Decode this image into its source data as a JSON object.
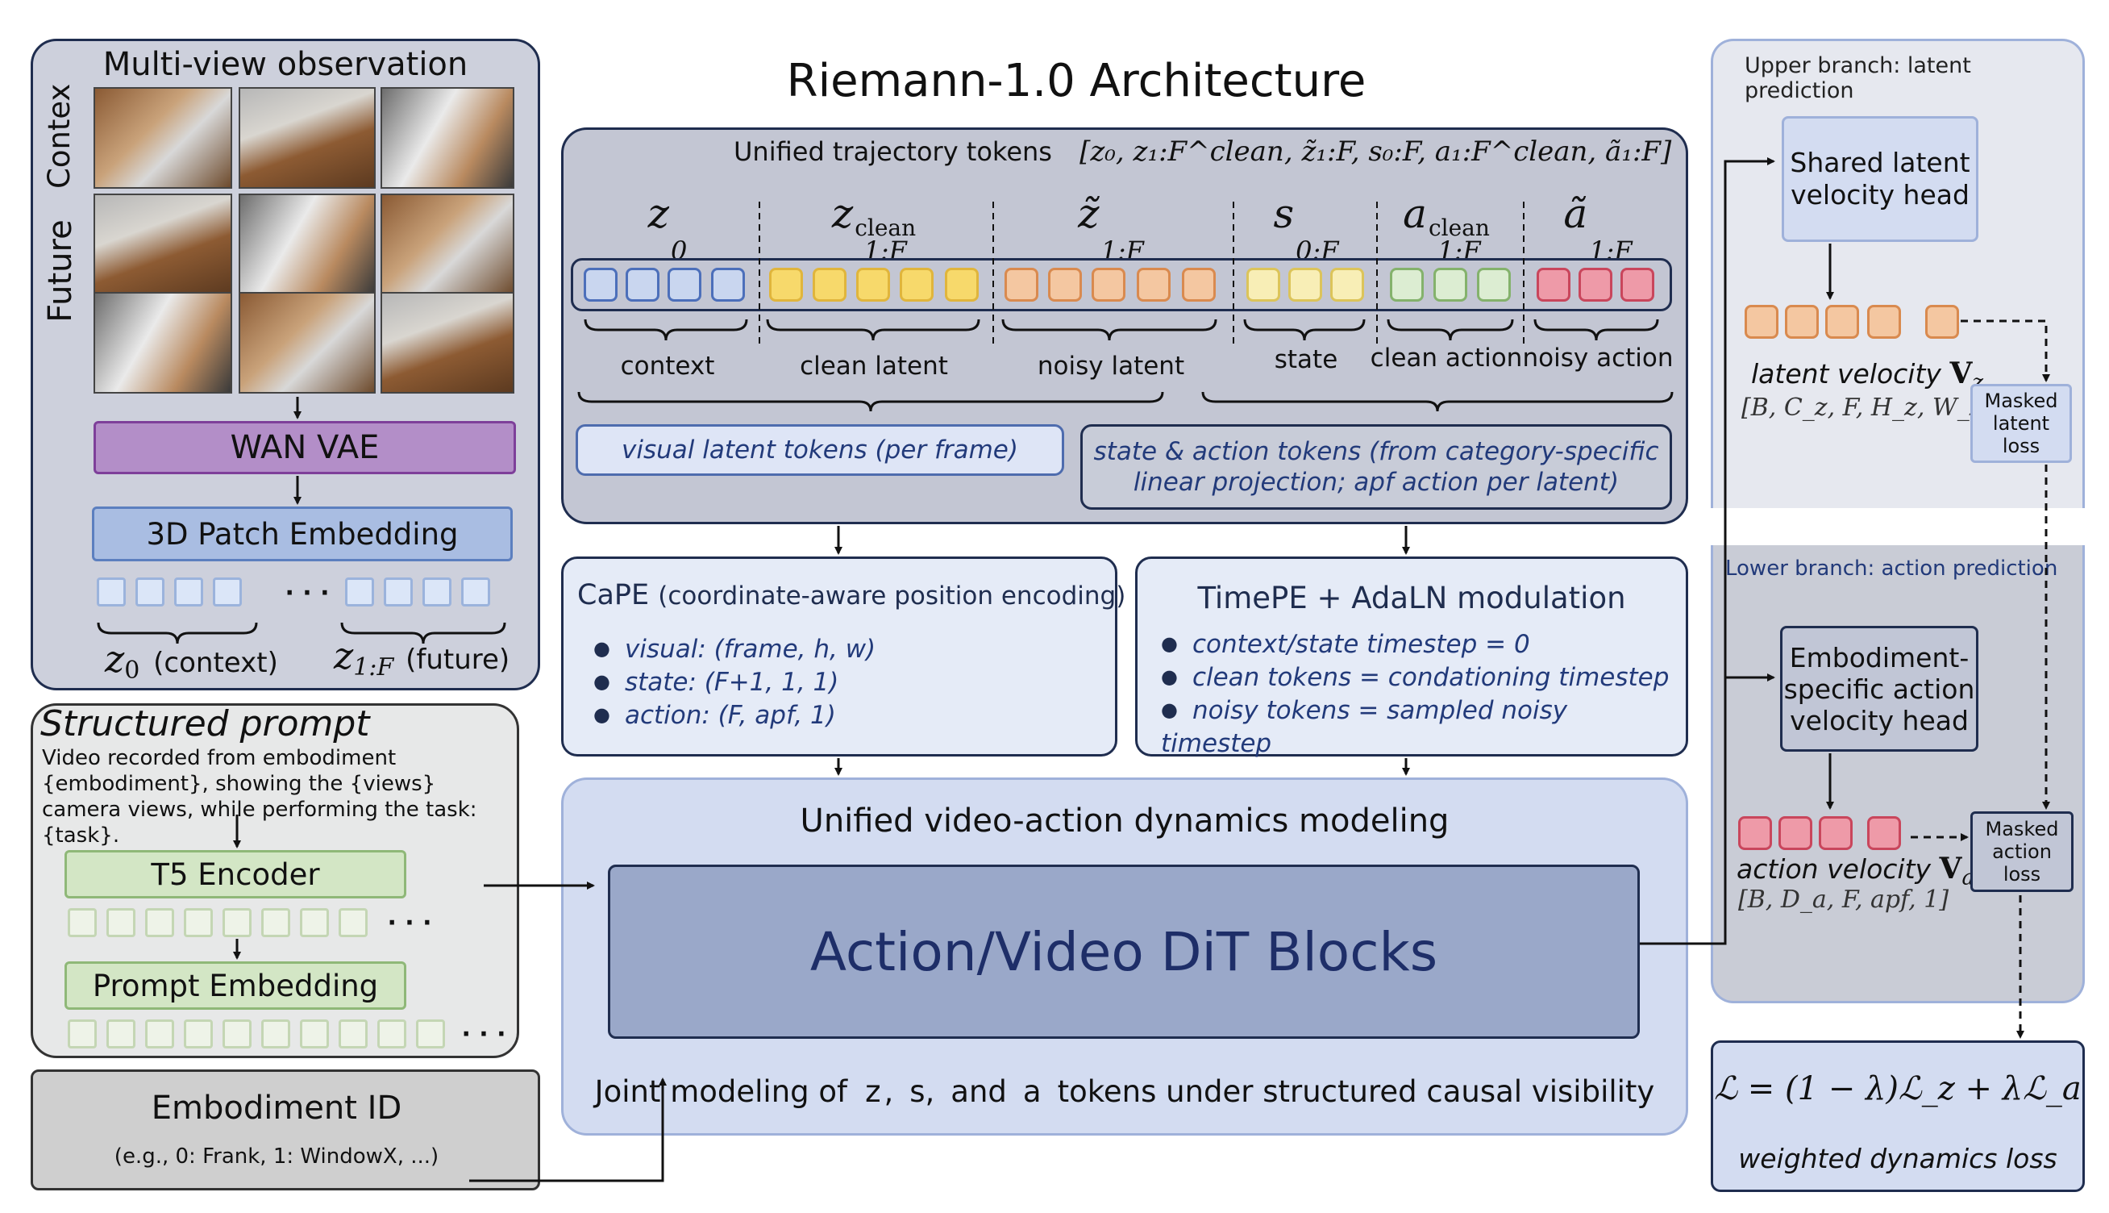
{
  "title": "Riemann-1.0 Architecture",
  "obs": {
    "title": "Multi-view observation",
    "context_label": "Contex",
    "future_label": "Future",
    "vae": "WAN VAE",
    "patch": "3D Patch Embedding",
    "ellipsis": "· · ·",
    "z0_sym": "z",
    "z0_sub": "0",
    "z0_label": "(context)",
    "z1f_sym": "z",
    "z1f_sub": "1:F",
    "z1f_label": "(future)"
  },
  "prompt": {
    "title": "Structured prompt",
    "text": "Video recorded from embodiment {embodiment}, showing the {views} camera views, while performing the task: {task}.",
    "t5": "T5 Encoder",
    "embed": "Prompt Embedding",
    "ellipsis": "· · ·"
  },
  "embodiment": {
    "title": "Embodiment ID",
    "example": "(e.g., 0: Frank, 1: WindowX, ...)"
  },
  "tokens": {
    "title": "Unified trajectory tokens",
    "formula": "[z₀, z₁:F^clean, z̃₁:F, s₀:F, a₁:F^clean, ã₁:F]",
    "groups": [
      {
        "sym": "z",
        "sub": "0",
        "sup": "",
        "label": "context"
      },
      {
        "sym": "z",
        "sub": "1:F",
        "sup": "clean",
        "label": "clean latent"
      },
      {
        "sym": "z̃",
        "sub": "1:F",
        "sup": "",
        "label": "noisy latent"
      },
      {
        "sym": "s",
        "sub": "0:F",
        "sup": "",
        "label": "state"
      },
      {
        "sym": "a",
        "sub": "1:F",
        "sup": "clean",
        "label": "clean action"
      },
      {
        "sym": "ã",
        "sub": "1:F",
        "sup": "",
        "label": "noisy action"
      }
    ],
    "visual_note": "visual latent tokens (per frame)",
    "state_note_1": "state & action tokens (from category-specific",
    "state_note_2": "linear projection; apf action per latent)"
  },
  "cape": {
    "title_main": "CaPE",
    "title_rest": "(coordinate-aware position encoding)",
    "items": [
      "visual: (frame, h, w)",
      "state: (F+1, 1, 1)",
      "action: (F, apf, 1)"
    ]
  },
  "timepe": {
    "title": "TimePE + AdaLN modulation",
    "items": [
      "context/state timestep = 0",
      "clean tokens = condationing timestep",
      "noisy tokens = sampled noisy timestep"
    ]
  },
  "dynamics": {
    "title": "Unified video-action dynamics modeling",
    "dit": "Action/Video DiT Blocks",
    "joint_prefix": "Joint modeling of",
    "joint_z": "z",
    "joint_s": "s",
    "joint_and": "and",
    "joint_a": "a",
    "joint_suffix": "tokens under structured causal visibility"
  },
  "upper": {
    "branch": "Upper branch: latent prediction",
    "head": "Shared latent velocity head",
    "vel_label": "latent velocity",
    "vel_sym": "V",
    "vel_sub": "z",
    "shape": "[B, C_z, F, H_z, W_z]",
    "loss": "Masked latent loss"
  },
  "lower": {
    "branch": "Lower branch: action prediction",
    "head": "Embodiment-specific action velocity head",
    "vel_label": "action velocity",
    "vel_sym": "V",
    "vel_sub": "a",
    "shape": "[B, D_a, F, apf, 1]",
    "loss": "Masked action loss"
  },
  "loss": {
    "formula": "ℒ = (1 − λ)ℒ_z + λℒ_a",
    "caption": "weighted dynamics loss"
  },
  "colors": {
    "blue_tok": "#c9d6ef",
    "yellow_tok": "#f7d96b",
    "orange_tok": "#f4c7a1",
    "cream_tok": "#f8eeb6",
    "green_tok": "#dcedd2",
    "red_tok": "#ee9aa8",
    "panel_gray": "#c3c6d3",
    "panel_blue": "#d3dcf1"
  }
}
